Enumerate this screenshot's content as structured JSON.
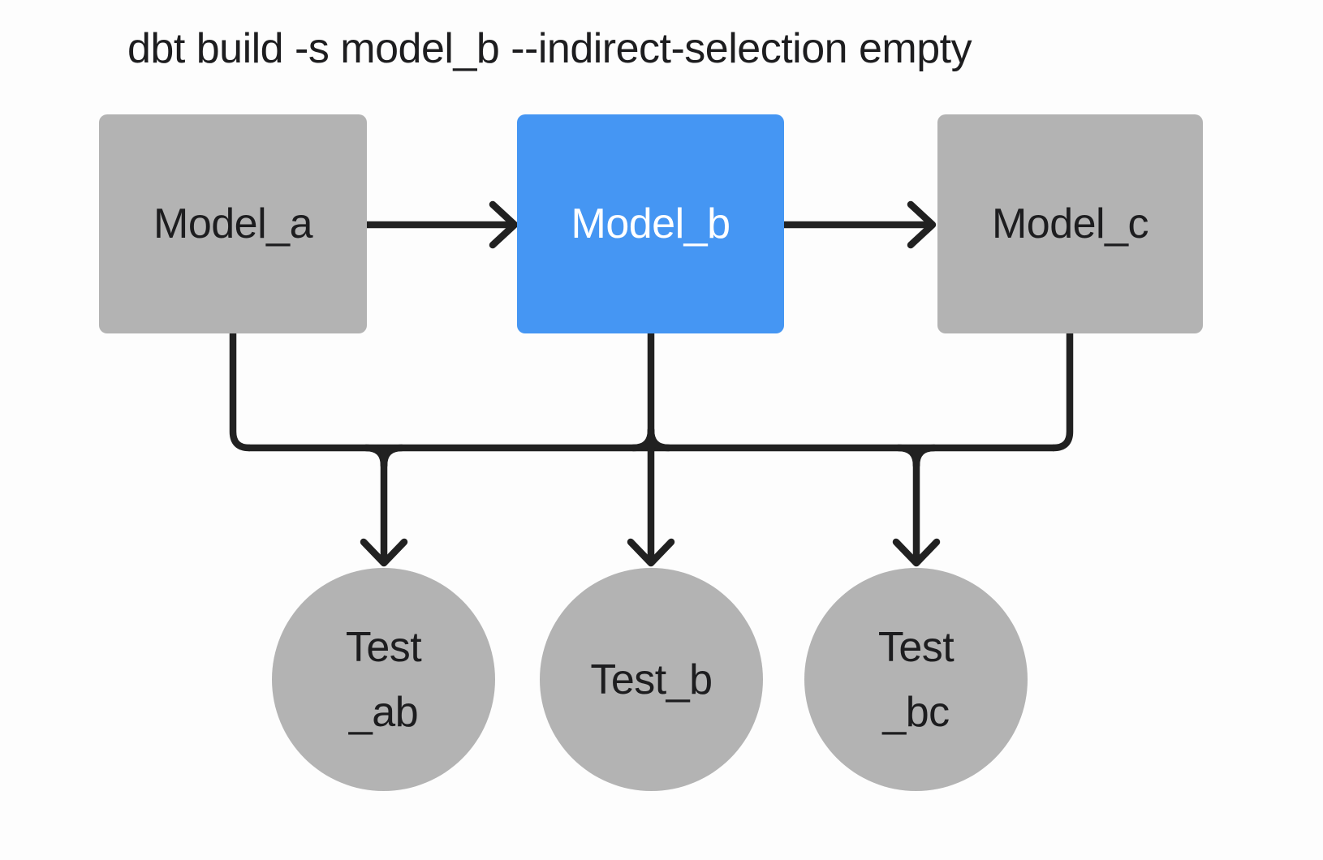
{
  "diagram": {
    "title": "dbt build -s model_b --indirect-selection empty",
    "colors": {
      "background": "#fdfdfd",
      "node_gray": "#b3b3b3",
      "node_selected": "#4596f3",
      "edge": "#212121",
      "label_dark": "#1d1d1f",
      "label_light": "#ffffff"
    },
    "models": [
      {
        "id": "model_a",
        "label": "Model_a",
        "selected": false
      },
      {
        "id": "model_b",
        "label": "Model_b",
        "selected": true
      },
      {
        "id": "model_c",
        "label": "Model_c",
        "selected": false
      }
    ],
    "tests": [
      {
        "id": "test_ab",
        "lines": [
          "Test",
          "_ab"
        ]
      },
      {
        "id": "test_b",
        "lines": [
          "Test_b"
        ]
      },
      {
        "id": "test_bc",
        "lines": [
          "Test",
          "_bc"
        ]
      }
    ],
    "edges": [
      {
        "from": "model_a",
        "to": "model_b"
      },
      {
        "from": "model_b",
        "to": "model_c"
      },
      {
        "from": "model_a",
        "to": "test_ab"
      },
      {
        "from": "model_b",
        "to": "test_ab"
      },
      {
        "from": "model_b",
        "to": "test_b"
      },
      {
        "from": "model_b",
        "to": "test_bc"
      },
      {
        "from": "model_c",
        "to": "test_bc"
      }
    ]
  }
}
